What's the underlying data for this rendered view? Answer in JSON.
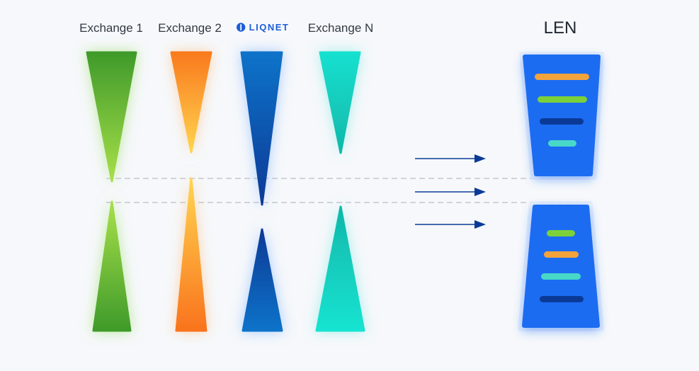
{
  "columns": [
    {
      "label": "Exchange 1",
      "kind": "text",
      "top_gradient": [
        "#3f9a2a",
        "#a7e04a"
      ],
      "bottom_gradient": [
        "#a7e04a",
        "#3f9a2a"
      ],
      "glow": "#8fdc52"
    },
    {
      "label": "Exchange 2",
      "kind": "text",
      "top_gradient": [
        "#f97a1e",
        "#ffd54f"
      ],
      "bottom_gradient": [
        "#ffd54f",
        "#f9731d"
      ],
      "glow": "#ffb46b"
    },
    {
      "label": "LIQNET",
      "kind": "logo",
      "icon": "liqnet-logo-icon",
      "top_gradient": [
        "#0a73c9",
        "#0b3a96"
      ],
      "bottom_gradient": [
        "#0b3a96",
        "#0a73c9"
      ],
      "glow": "#6aa8ff"
    },
    {
      "label": "Exchange N",
      "kind": "text",
      "top_gradient": [
        "#19e0cf",
        "#0fb8aa"
      ],
      "bottom_gradient": [
        "#0fb8aa",
        "#19e3d1"
      ],
      "glow": "#6fe6df"
    }
  ],
  "len": {
    "title": "LEN",
    "panel_color": "#1d6cf2",
    "top_bars": [
      "#f2a33c",
      "#7cd13a",
      "#0b3a96",
      "#48d8c8"
    ],
    "bottom_bars": [
      "#7cd13a",
      "#f2a33c",
      "#48d8c8",
      "#0b3a96"
    ]
  },
  "arrows": {
    "count": 3,
    "color": "#0b3a96",
    "icon": "arrow-right-icon"
  },
  "divider_color": "#b9bec7"
}
